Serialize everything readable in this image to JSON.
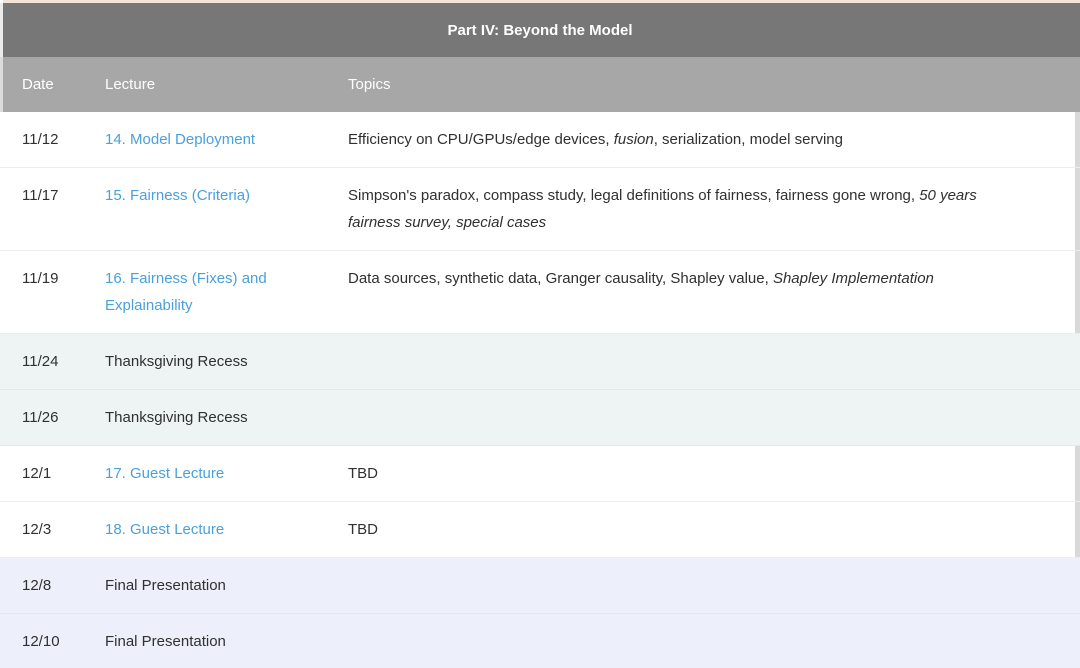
{
  "table": {
    "title": "Part IV: Beyond the Model",
    "columns": [
      "Date",
      "Lecture",
      "Topics"
    ],
    "rows": [
      {
        "date": "11/12",
        "lecture": "14. Model Deployment",
        "lecture_is_link": true,
        "topics": [
          {
            "text": "Efficiency on CPU/GPUs/edge devices, "
          },
          {
            "text": "fusion",
            "italic": true
          },
          {
            "text": ", serialization, model serving"
          }
        ],
        "tint": "white"
      },
      {
        "date": "11/17",
        "lecture": "15. Fairness (Criteria)",
        "lecture_is_link": true,
        "topics": [
          {
            "text": "Simpson's paradox, compass study, legal definitions of fairness, fairness gone wrong, "
          },
          {
            "text": "50 years fairness survey, special cases",
            "italic": true
          }
        ],
        "tint": "white"
      },
      {
        "date": "11/19",
        "lecture": "16. Fairness (Fixes) and Explainability",
        "lecture_is_link": true,
        "topics": [
          {
            "text": "Data sources, synthetic data, Granger causality, Shapley value, "
          },
          {
            "text": "Shapley Implementation",
            "italic": true
          }
        ],
        "tint": "white"
      },
      {
        "date": "11/24",
        "lecture": "Thanksgiving Recess",
        "lecture_is_link": false,
        "topics": [],
        "tint": "green"
      },
      {
        "date": "11/26",
        "lecture": "Thanksgiving Recess",
        "lecture_is_link": false,
        "topics": [],
        "tint": "green"
      },
      {
        "date": "12/1",
        "lecture": "17. Guest Lecture",
        "lecture_is_link": true,
        "topics": [
          {
            "text": "TBD"
          }
        ],
        "tint": "white"
      },
      {
        "date": "12/3",
        "lecture": "18. Guest Lecture",
        "lecture_is_link": true,
        "topics": [
          {
            "text": "TBD"
          }
        ],
        "tint": "white"
      },
      {
        "date": "12/8",
        "lecture": "Final Presentation",
        "lecture_is_link": false,
        "topics": [],
        "tint": "lavender"
      },
      {
        "date": "12/10",
        "lecture": "Final Presentation",
        "lecture_is_link": false,
        "topics": [],
        "tint": "lavender"
      }
    ]
  },
  "colors": {
    "title_bg": "#777777",
    "header_bg": "#a7a7a7",
    "link": "#4aa0dc",
    "text": "#303030",
    "tint_green": "#edf4f3",
    "tint_lavender": "#edf0fa",
    "top_strip": "#f3e4da"
  }
}
